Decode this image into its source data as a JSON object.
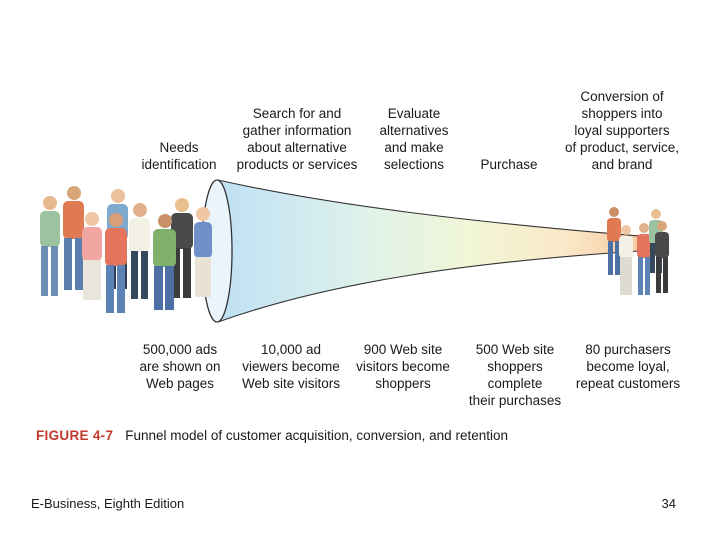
{
  "stages_top": [
    {
      "id": "needs",
      "text": "Needs\nidentification"
    },
    {
      "id": "search",
      "text": "Search for and\ngather information\nabout alternative\nproducts or services"
    },
    {
      "id": "evaluate",
      "text": "Evaluate\nalternatives\nand make\nselections"
    },
    {
      "id": "purchase",
      "text": "Purchase"
    },
    {
      "id": "conversion",
      "text": "Conversion of\nshoppers into\nloyal supporters\nof product, service,\nand brand"
    }
  ],
  "stages_bottom": [
    {
      "id": "ads",
      "text": "500,000 ads\nare shown on\nWeb pages"
    },
    {
      "id": "viewers",
      "text": "10,000 ad\nviewers become\nWeb site visitors"
    },
    {
      "id": "visitors",
      "text": "900 Web site\nvisitors become\nshoppers"
    },
    {
      "id": "shoppers",
      "text": "500 Web site\nshoppers\ncomplete\ntheir purchases"
    },
    {
      "id": "purchasers",
      "text": "80 purchasers\nbecome loyal,\nrepeat customers"
    }
  ],
  "caption": {
    "figure": "FIGURE 4-7",
    "text": "Funnel model of customer acquisition, conversion, and retention"
  },
  "footer": {
    "left": "E-Business, Eighth Edition",
    "page": "34"
  },
  "colors": {
    "figure_label": "#c0392b",
    "funnel_gradient": [
      "#bfe0f5",
      "#dff2ea",
      "#f1f6d6",
      "#fae9c8",
      "#f7c9a3"
    ]
  }
}
